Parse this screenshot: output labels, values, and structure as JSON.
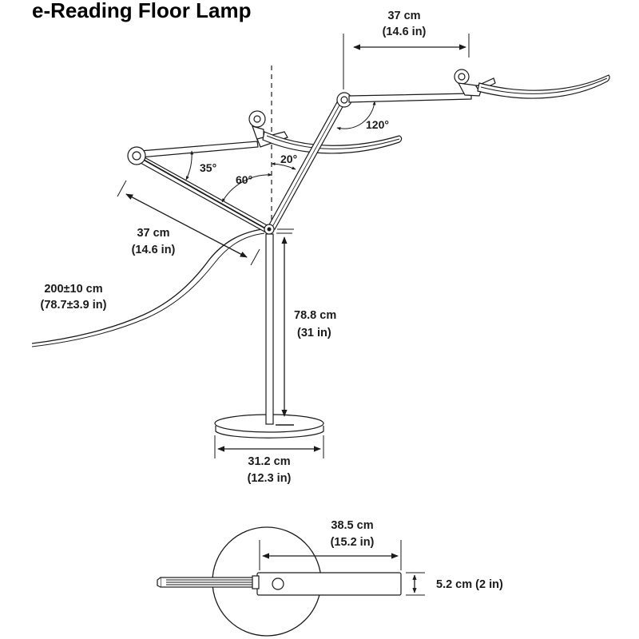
{
  "title": "e-Reading Floor Lamp",
  "dimensions": {
    "top_arm_cm": "37 cm",
    "top_arm_in": "(14.6 in)",
    "lower_arm_cm": "37 cm",
    "lower_arm_in": "(14.6 in)",
    "cable_cm": "200±10 cm",
    "cable_in": "(78.7±3.9 in)",
    "pole_cm": "78.8 cm",
    "pole_in": "(31 in)",
    "base_cm": "31.2 cm",
    "base_in": "(12.3 in)",
    "head_length_cm": "38.5 cm",
    "head_length_in": "(15.2 in)",
    "head_width": "5.2 cm (2 in)"
  },
  "angles": {
    "a120": "120°",
    "a35": "35°",
    "a20": "20°",
    "a60": "60°"
  }
}
